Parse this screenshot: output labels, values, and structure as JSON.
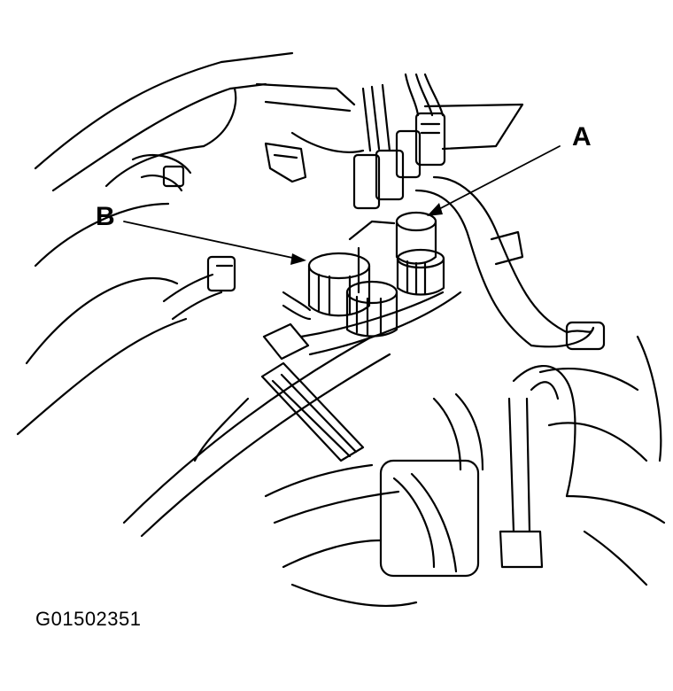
{
  "callouts": {
    "a": "A",
    "b": "B"
  },
  "figure_id": "G01502351",
  "colors": {
    "ink": "#000000",
    "paper": "#ffffff"
  }
}
